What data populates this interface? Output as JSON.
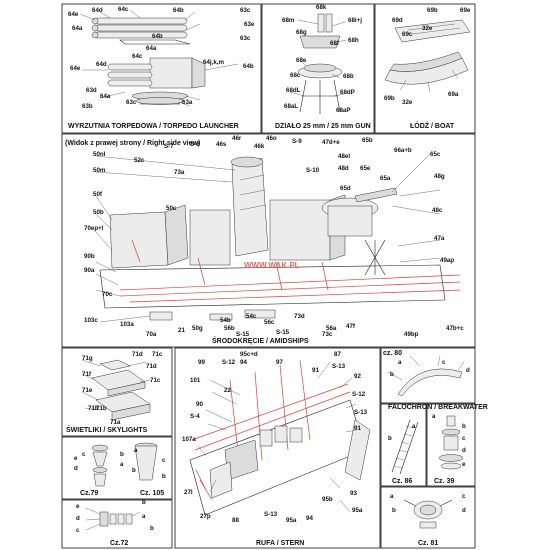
{
  "panels": {
    "torpedo": {
      "caption": "WYRZUTNIA TORPEDOWA / TORPEDO LAUNCHER",
      "labels": [
        "64e",
        "64d",
        "64c",
        "64b",
        "63c",
        "64a",
        "64e",
        "64d",
        "64c",
        "64j,k,m",
        "64b",
        "64a",
        "63d",
        "63c",
        "63b",
        "63a",
        "63e",
        "63c",
        "64a",
        "64b"
      ]
    },
    "gun": {
      "caption": "DZIAŁO 25 mm / 25 mm GUN",
      "labels": [
        "68k",
        "68m",
        "68i+j",
        "68g",
        "68f",
        "68h",
        "68e",
        "68c",
        "68b",
        "68dL",
        "68dP",
        "68aL",
        "68aP"
      ]
    },
    "boat": {
      "caption": "ŁÓDŹ / BOAT",
      "labels": [
        "69d",
        "69b",
        "69e",
        "69c",
        "32e",
        "69b",
        "32e",
        "69a"
      ]
    },
    "amidships": {
      "view_note": "(Widok z prawej strony / Right side view)",
      "caption": "ŚRODOKRĘCIE / AMIDSHIPS",
      "watermark": "WWW.WAK.PL",
      "labels": [
        "S-7",
        "S-8",
        "46s",
        "46r",
        "46o",
        "S-9",
        "47d+e",
        "65b",
        "50nl",
        "52c",
        "46k",
        "48el",
        "66a+b",
        "65c",
        "50m",
        "73a",
        "S-10",
        "48d",
        "65e",
        "48g",
        "50f",
        "65d",
        "65a",
        "50b",
        "50c",
        "48c",
        "70ep+l",
        "47a",
        "90b",
        "49ap",
        "90a",
        "70c",
        "54c",
        "56c",
        "73d",
        "103c",
        "103a",
        "70a",
        "21",
        "50g",
        "56b",
        "54b",
        "56a",
        "47f",
        "73c",
        "S-15",
        "S-15",
        "49bp",
        "47b+c"
      ]
    },
    "skylights": {
      "caption": "ŚWIETLIKI / SKYLIGHTS",
      "labels": [
        "71g",
        "71d",
        "71c",
        "71f",
        "71d",
        "71e",
        "71c",
        "71b",
        "71b",
        "71a"
      ]
    },
    "stern": {
      "caption": "RUFA / STERN",
      "labels": [
        "99",
        "S-12",
        "95c+d",
        "94",
        "97",
        "87",
        "91",
        "S-13",
        "92",
        "101",
        "22",
        "S-12",
        "90",
        "S-13",
        "91",
        "S-4",
        "107a",
        "27l",
        "95b",
        "93",
        "27p",
        "88",
        "S-13",
        "95a",
        "94",
        "95a"
      ]
    },
    "cz80": {
      "caption": "cz. 80",
      "labels": [
        "a",
        "b",
        "c",
        "d"
      ]
    },
    "breakwater": {
      "caption": "FALOCHRON / BREAKWATER"
    },
    "cz105": {
      "caption": "Cz. 105",
      "labels": [
        "a",
        "b",
        "c",
        "b"
      ]
    },
    "cz79": {
      "caption": "Cz.79",
      "labels": [
        "e",
        "d",
        "c",
        "b",
        "a"
      ]
    },
    "cz86": {
      "caption": "Cz. 86",
      "labels": [
        "a",
        "b"
      ]
    },
    "cz39": {
      "caption": "Cz. 39",
      "labels": [
        "a",
        "b",
        "c",
        "d",
        "e"
      ]
    },
    "cz72": {
      "caption": "Cz.72",
      "labels": [
        "e",
        "d",
        "c",
        "b",
        "a",
        "b"
      ]
    },
    "cz81": {
      "caption": "Cz. 81",
      "labels": [
        "a",
        "b",
        "c",
        "d"
      ]
    }
  }
}
